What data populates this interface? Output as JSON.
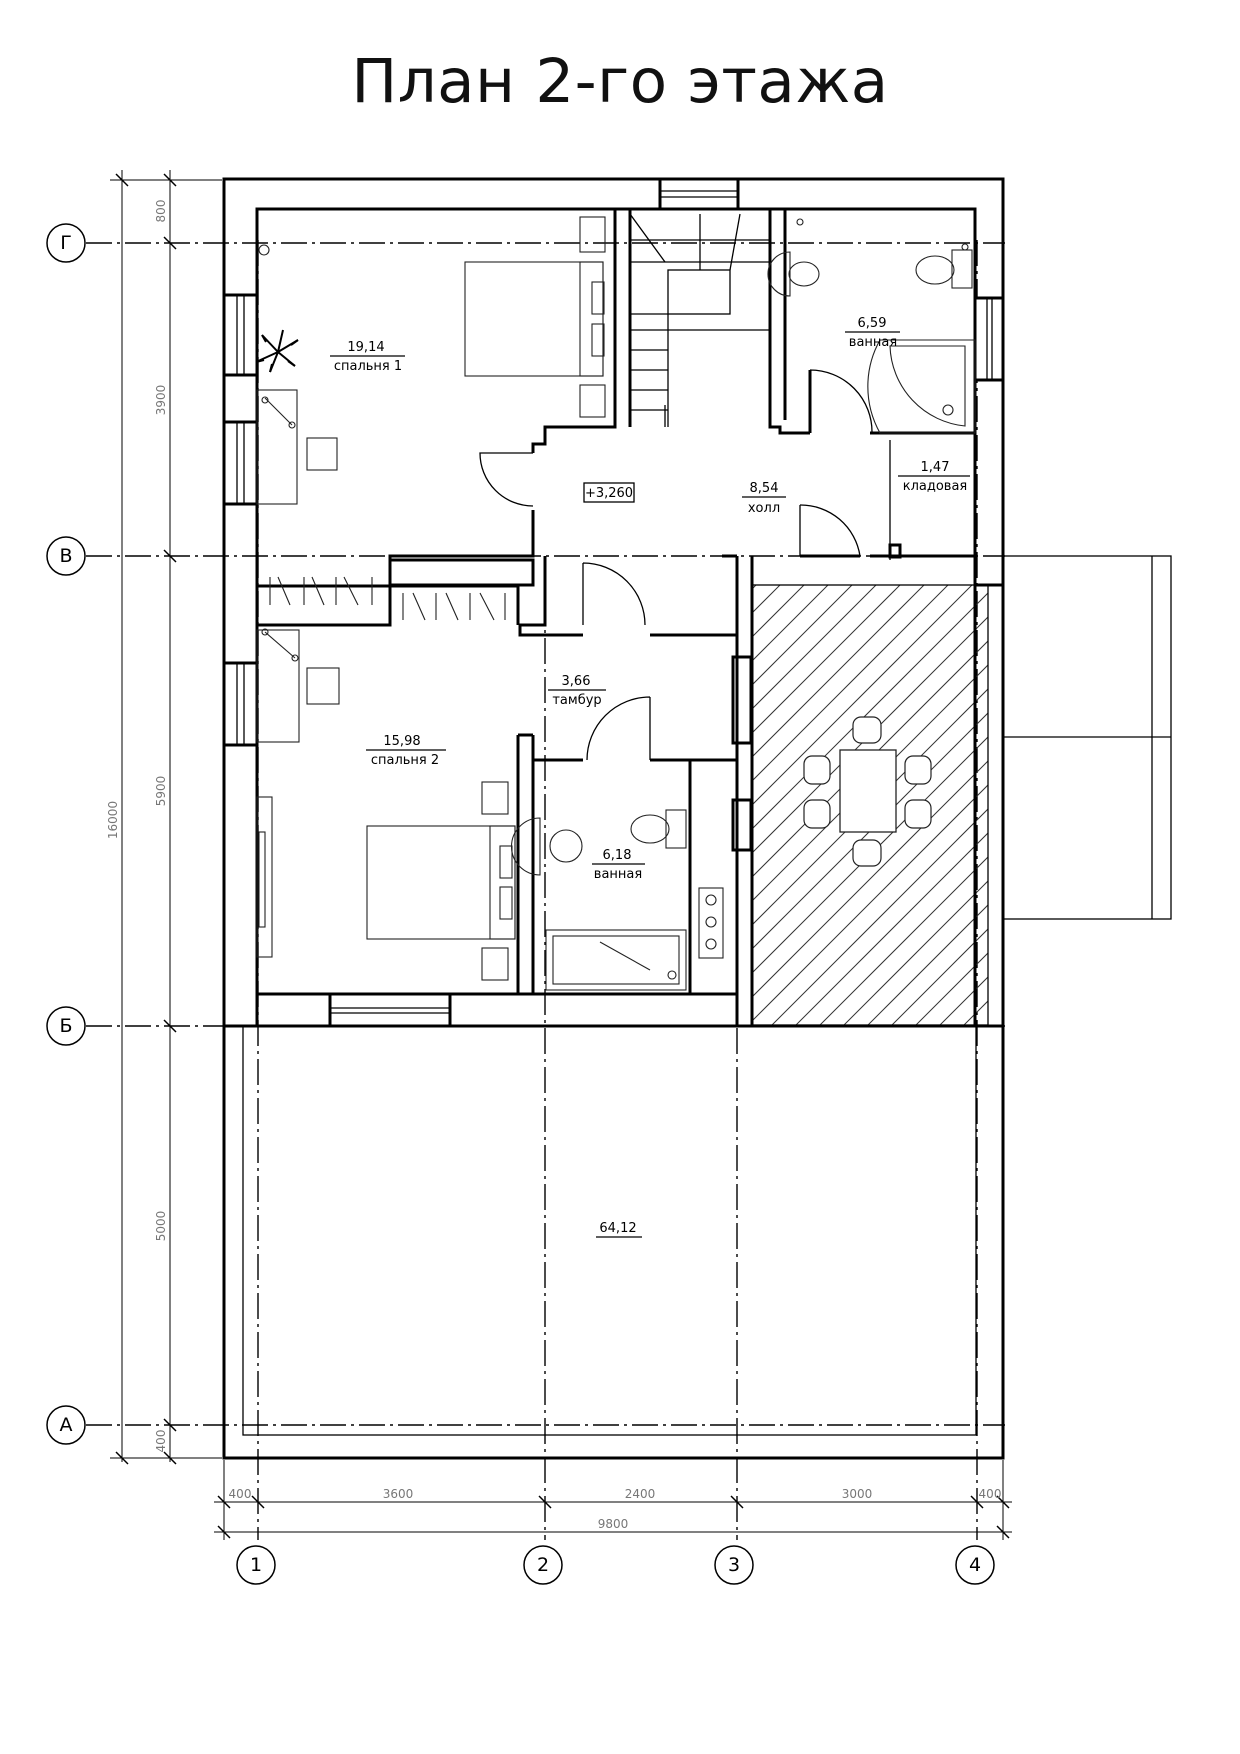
{
  "title": "План 2-го этажа",
  "level_mark": "+3,260",
  "rooms": [
    {
      "area": "19,14",
      "name": "спальня 1"
    },
    {
      "area": "6,59",
      "name": "ванная"
    },
    {
      "area": "8,54",
      "name": "холл"
    },
    {
      "area": "1,47",
      "name": "кладовая"
    },
    {
      "area": "3,66",
      "name": "тамбур"
    },
    {
      "area": "15,98",
      "name": "спальня 2"
    },
    {
      "area": "6,18",
      "name": "ванная"
    },
    {
      "area": "64,12",
      "name": ""
    }
  ],
  "axes_letters": [
    "Г",
    "В",
    "Б",
    "А"
  ],
  "axes_numbers": [
    "1",
    "2",
    "3",
    "4"
  ],
  "dims_vertical": [
    "800",
    "3900",
    "5900",
    "5000",
    "400",
    "16000"
  ],
  "dims_horizontal": [
    "400",
    "3600",
    "2400",
    "3000",
    "400",
    "9800"
  ]
}
